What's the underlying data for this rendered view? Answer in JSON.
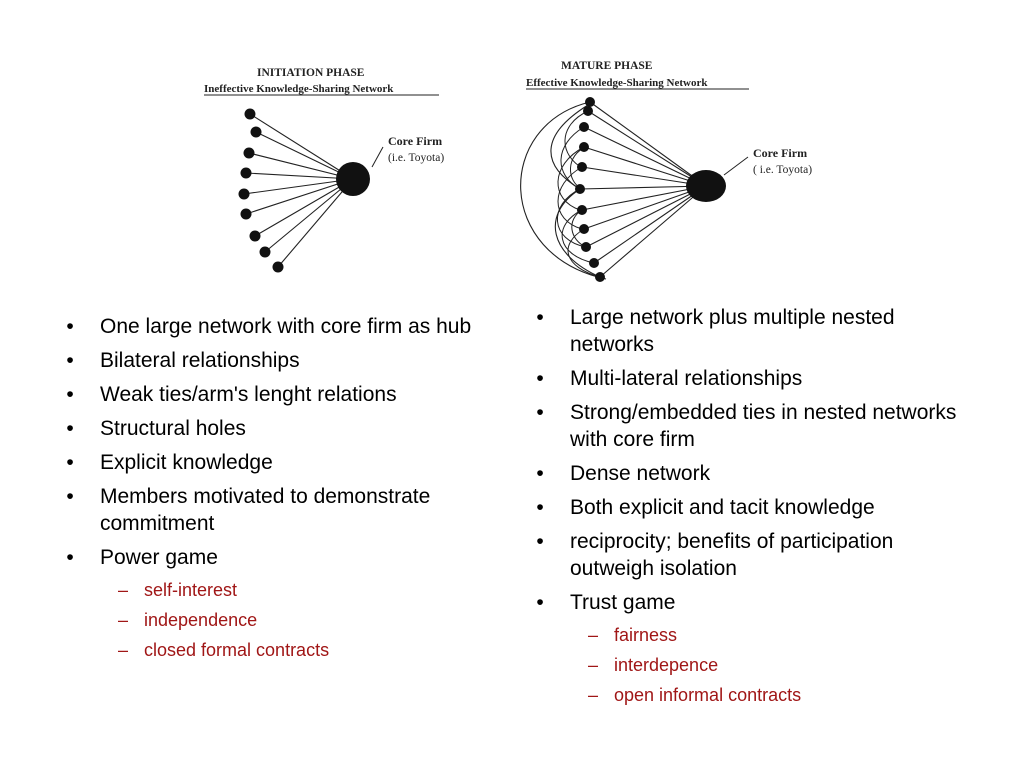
{
  "left_figure": {
    "phase": "INITIATION PHASE",
    "subtitle": "Ineffective Knowledge-Sharing Network",
    "core_label": "Core Firm",
    "core_example": "(i.e. Toyota)"
  },
  "right_figure": {
    "phase": "MATURE PHASE",
    "subtitle": "Effective Knowledge-Sharing Network",
    "core_label": "Core Firm",
    "core_example": "( i.e. Toyota)"
  },
  "left_list": {
    "items": [
      "One large network with core firm as hub",
      "Bilateral relationships",
      "Weak ties/arm's lenght relations",
      "Structural holes",
      "Explicit knowledge",
      "Members motivated to demonstrate commitment",
      "Power game"
    ],
    "sub_items": [
      "self-interest",
      "independence",
      "closed formal contracts"
    ]
  },
  "right_list": {
    "items": [
      "Large network plus multiple nested networks",
      "Multi-lateral relationships",
      "Strong/embedded ties in nested networks with core firm",
      "Dense network",
      "Both explicit and tacit knowledge",
      "reciprocity;  benefits of participation outweigh isolation",
      "Trust game"
    ],
    "sub_items": [
      "fairness",
      "interdepence",
      "open informal contracts"
    ]
  },
  "markers": {
    "bullet": "•",
    "dash": "–"
  },
  "colors": {
    "sub_item_text": "#A01616",
    "diagram_ink": "#111111"
  }
}
